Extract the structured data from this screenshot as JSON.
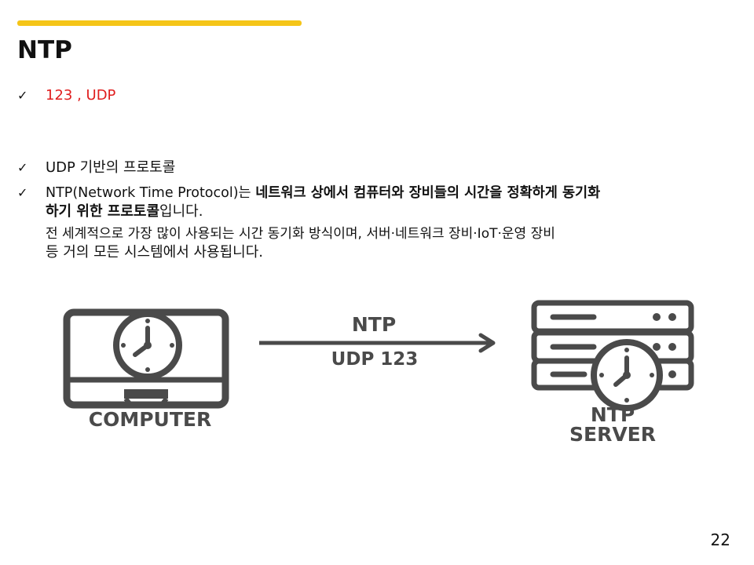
{
  "slide": {
    "title": "NTP",
    "page_number": "22",
    "accent_color": "#F5C518",
    "highlight_color": "#E01E1E"
  },
  "bullets": [
    {
      "icon": "checkmark-icon",
      "text": "123 , UDP"
    },
    {
      "icon": "checkmark-icon",
      "text": "UDP 기반의 프로토콜"
    },
    {
      "icon": "checkmark-icon",
      "line1_prefix": "NTP(Network Time Protocol)는 ",
      "line1_bold": "네트워크 상에서 컴퓨터와 장비들의 시간을 정확하게 동기화",
      "line2_bold": "하기 위한 프로토콜",
      "line2_suffix": "입니다.",
      "line3": "전 세계적으로 가장 많이 사용되는 시간 동기화 방식이며, 서버·네트워크 장비·IoT·운영 장비",
      "line4": "등 거의 모든 시스템에서 사용됩니다."
    }
  ],
  "diagram": {
    "computer_label": "COMPUTER",
    "arrow_label_top": "NTP",
    "arrow_label_bottom": "UDP 123",
    "server_label_line1": "NTP",
    "server_label_line2": "SERVER",
    "icon_color": "#4A4A4A"
  }
}
